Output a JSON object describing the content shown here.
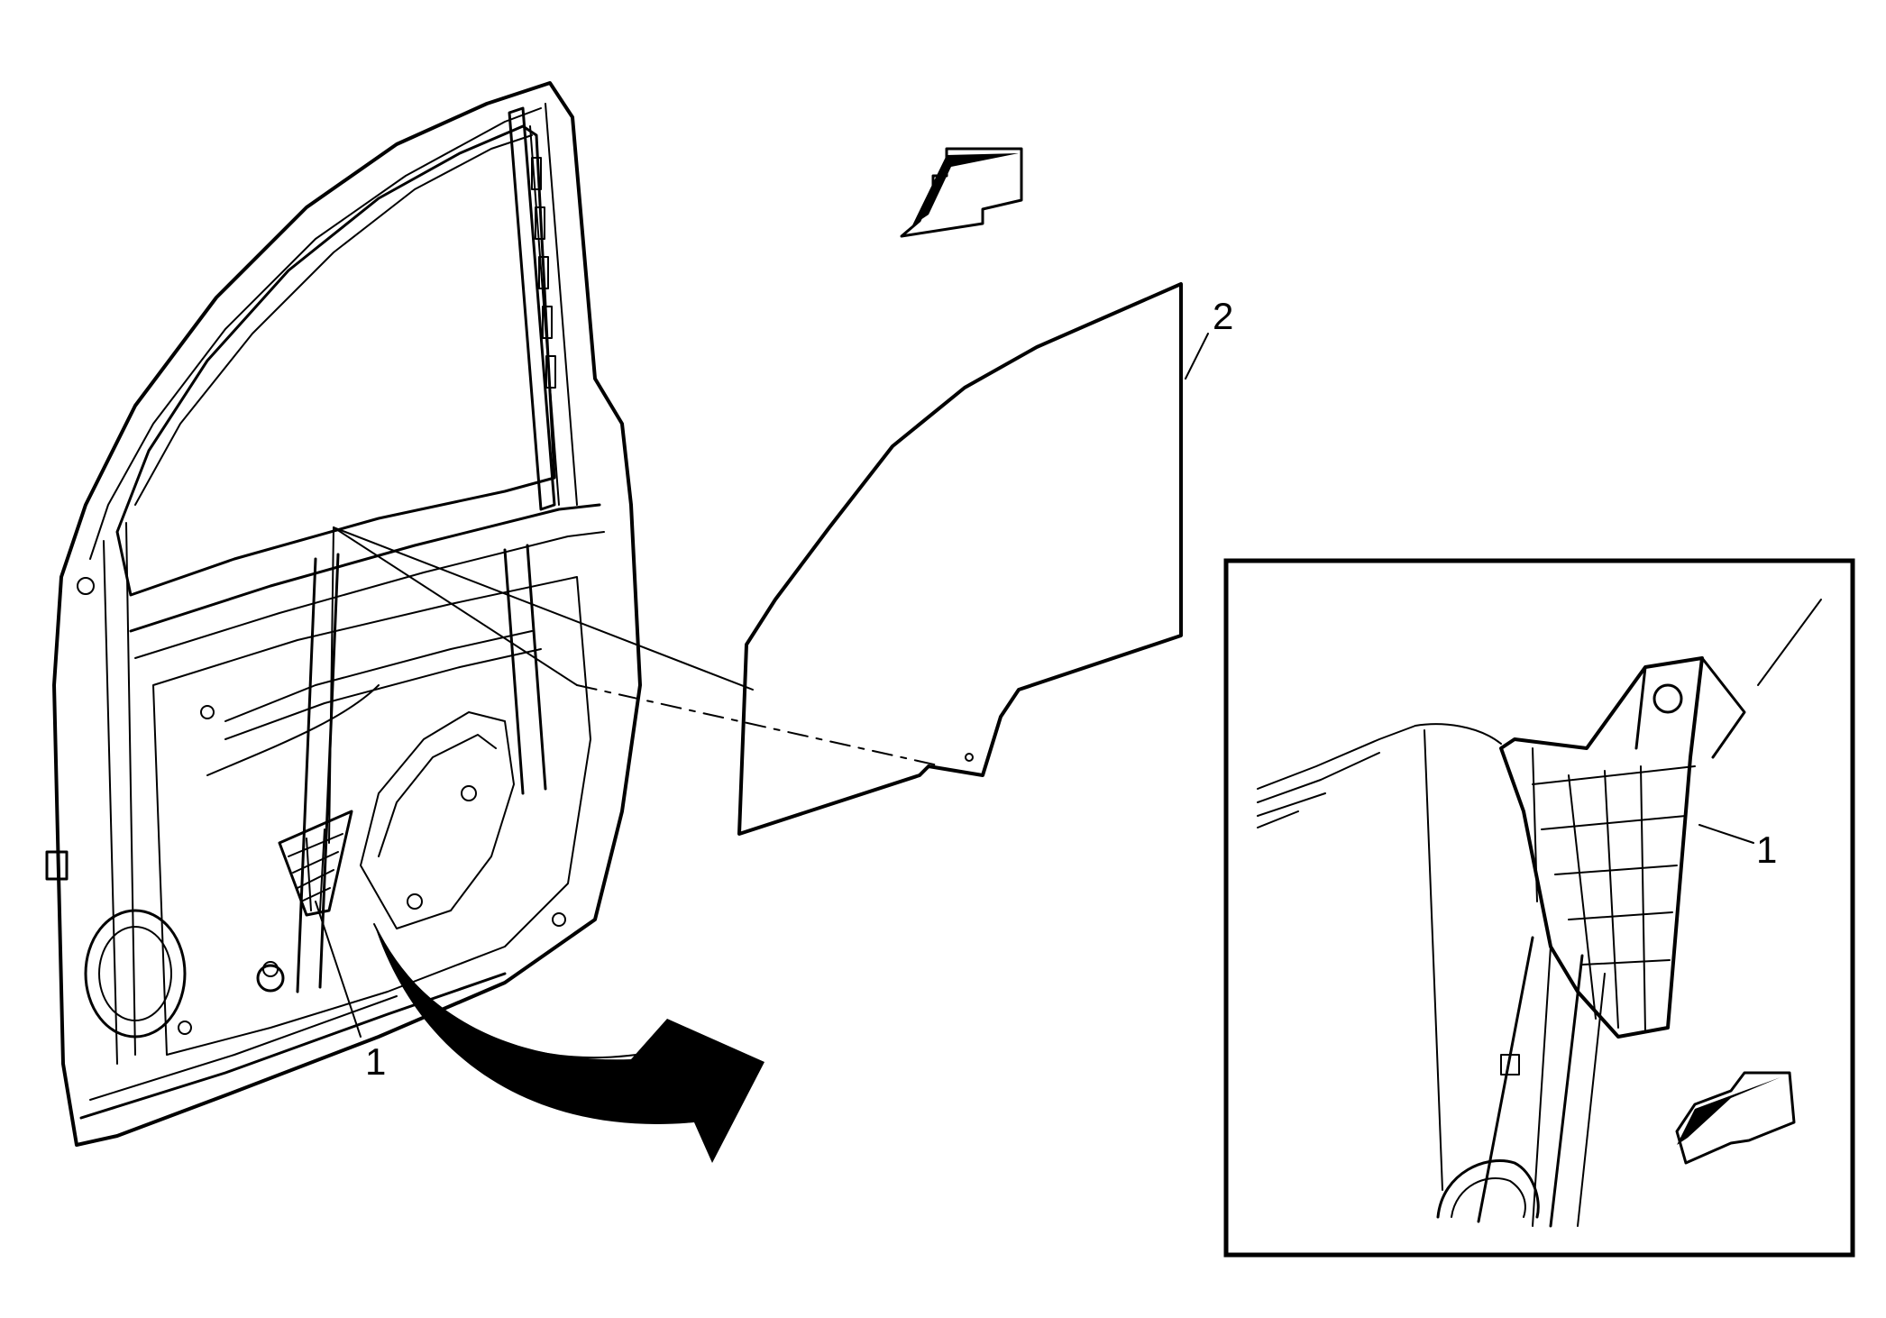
{
  "callouts": {
    "regulator_main": "1",
    "glass": "2",
    "regulator_detail": "1"
  },
  "icons": {
    "front_arrow_main": "front-direction-arrow",
    "front_arrow_detail": "front-direction-arrow",
    "removal_arrow": "curved-removal-arrow"
  },
  "colors": {
    "line": "#000000",
    "background": "#ffffff"
  }
}
